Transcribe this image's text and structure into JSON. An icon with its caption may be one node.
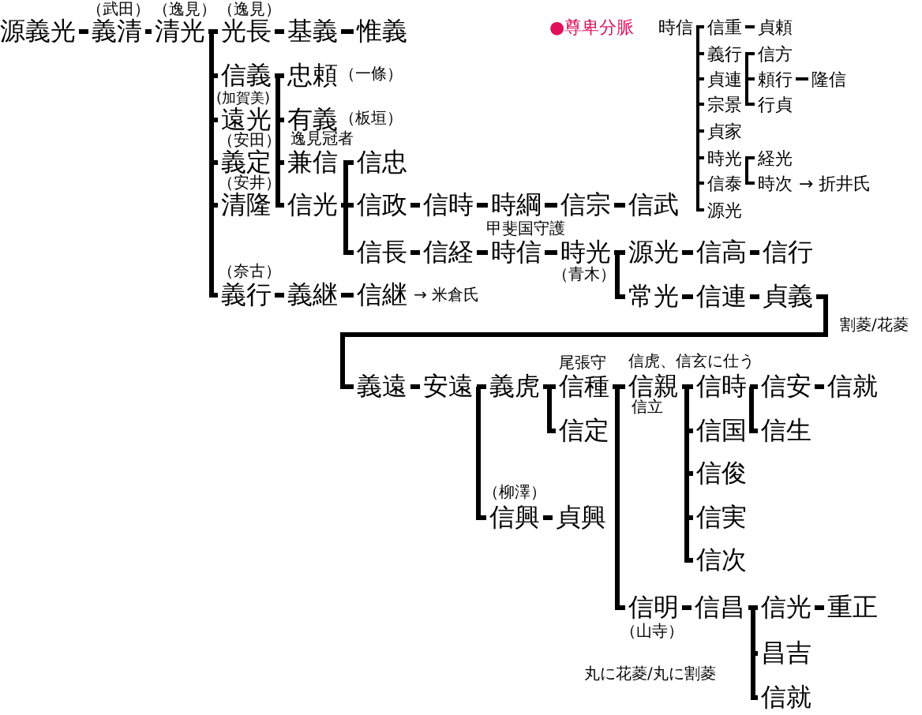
{
  "diagram": {
    "nodes": [
      {
        "text": [
          "源義光"
        ]
      },
      {
        "text": [
          "義清"
        ],
        "beside": [
          "（武田）"
        ]
      },
      {
        "text": [
          "清光"
        ],
        "beside": [
          "（逸見）"
        ]
      },
      {
        "text": [
          "光長"
        ],
        "beside": [
          "（逸見）"
        ]
      },
      {
        "text": [
          "基義"
        ]
      },
      {
        "text": [
          "惟義"
        ]
      },
      {
        "text": [
          "信義"
        ]
      },
      {
        "text": [
          "遠光"
        ],
        "beside": [
          "(加賀美)"
        ]
      },
      {
        "text": [
          "義定"
        ],
        "beside": [
          "（安田）"
        ]
      },
      {
        "text": [
          "清隆"
        ],
        "beside": [
          "（安井）"
        ]
      },
      {
        "text": [
          "義行"
        ],
        "beside": [
          "（奈古）"
        ]
      },
      {
        "text": [
          "忠頼"
        ],
        "beside": [
          "（一條）"
        ]
      },
      {
        "text": [
          "有義"
        ],
        "beside": [
          "（板垣）"
        ]
      },
      {
        "text": [
          "兼信"
        ],
        "beside": [
          "逸見冠者"
        ]
      },
      {
        "text": [
          "信光"
        ]
      },
      {
        "text": [
          "信忠"
        ]
      },
      {
        "text": [
          "信政"
        ]
      },
      {
        "text": [
          "信長"
        ]
      },
      {
        "text": [
          "信時"
        ]
      },
      {
        "text": [
          "時綱"
        ]
      },
      {
        "text": [
          "信宗"
        ]
      },
      {
        "text": [
          "信武"
        ]
      },
      {
        "text": [
          "信経"
        ]
      },
      {
        "text": [
          "時信"
        ],
        "beside": [
          "甲斐国守護"
        ]
      },
      {
        "text": [
          "時光"
        ],
        "beside": [
          "（青木）"
        ]
      },
      {
        "text": [
          "源光"
        ]
      },
      {
        "text": [
          "信高"
        ]
      },
      {
        "text": [
          "信行"
        ]
      },
      {
        "text": [
          "常光"
        ]
      },
      {
        "text": [
          "信連"
        ]
      },
      {
        "text": [
          "貞義"
        ]
      },
      {
        "text": [
          "義継"
        ]
      },
      {
        "text": [
          "信継"
        ],
        "beside": [
          "→ 米倉氏"
        ]
      },
      {
        "text": [
          "時信"
        ]
      },
      {
        "text": [
          "信重"
        ]
      },
      {
        "text": [
          "貞頼"
        ]
      },
      {
        "text": [
          "義行"
        ]
      },
      {
        "text": [
          "信方"
        ]
      },
      {
        "text": [
          "貞連"
        ]
      },
      {
        "text": [
          "頼行"
        ]
      },
      {
        "text": [
          "隆信"
        ]
      },
      {
        "text": [
          "宗景"
        ]
      },
      {
        "text": [
          "行貞"
        ]
      },
      {
        "text": [
          "貞家"
        ]
      },
      {
        "text": [
          "時光"
        ]
      },
      {
        "text": [
          "経光"
        ]
      },
      {
        "text": [
          "信泰"
        ]
      },
      {
        "text": [
          "時次"
        ],
        "beside": [
          "→ 折井氏"
        ]
      },
      {
        "text": [
          "源光"
        ]
      },
      {
        "text": [
          "義遠"
        ]
      },
      {
        "text": [
          "安遠"
        ]
      },
      {
        "text": [
          "義虎"
        ]
      },
      {
        "text": [
          "信種"
        ],
        "beside": [
          "尾張守"
        ]
      },
      {
        "text": [
          "信定"
        ]
      },
      {
        "text": [
          "信興"
        ],
        "beside": [
          "（柳澤）"
        ]
      },
      {
        "text": [
          "貞興"
        ]
      },
      {
        "text": [
          "信親"
        ],
        "beside": [
          "信虎、信玄に仕う",
          "信立"
        ]
      },
      {
        "text": [
          "信時"
        ]
      },
      {
        "text": [
          "信安"
        ]
      },
      {
        "text": [
          "信就"
        ]
      },
      {
        "text": [
          "信生"
        ]
      },
      {
        "text": [
          "信国"
        ]
      },
      {
        "text": [
          "信俊"
        ]
      },
      {
        "text": [
          "信実"
        ]
      },
      {
        "text": [
          "信次"
        ]
      },
      {
        "text": [
          "信明"
        ],
        "beside": [
          "（山寺）"
        ]
      },
      {
        "text": [
          "信昌"
        ]
      },
      {
        "text": [
          "信光"
        ]
      },
      {
        "text": [
          "重正"
        ]
      },
      {
        "text": [
          "昌吉"
        ]
      },
      {
        "text": [
          "信就"
        ]
      }
    ],
    "edges": [
      {
        "from": 0,
        "to": 1,
        "arrow": "none"
      },
      {
        "from": 1,
        "to": 2,
        "arrow": "none"
      },
      {
        "from": 2,
        "to": 3,
        "arrow": "none"
      },
      {
        "from": 3,
        "to": 4,
        "arrow": "none"
      },
      {
        "from": 4,
        "to": 5,
        "arrow": "none"
      },
      {
        "from": 2,
        "to": 6,
        "arrow": "none"
      },
      {
        "from": 2,
        "to": 7,
        "arrow": "none"
      },
      {
        "from": 2,
        "to": 8,
        "arrow": "none"
      },
      {
        "from": 2,
        "to": 9,
        "arrow": "none"
      },
      {
        "from": 2,
        "to": 10,
        "arrow": "none"
      },
      {
        "from": 6,
        "to": 11,
        "arrow": "none"
      },
      {
        "from": 6,
        "to": 12,
        "arrow": "none"
      },
      {
        "from": 6,
        "to": 13,
        "arrow": "none"
      },
      {
        "from": 6,
        "to": 14,
        "arrow": "none"
      },
      {
        "from": 14,
        "to": 15,
        "arrow": "none"
      },
      {
        "from": 14,
        "to": 16,
        "arrow": "none"
      },
      {
        "from": 14,
        "to": 17,
        "arrow": "none"
      },
      {
        "from": 16,
        "to": 18,
        "arrow": "none"
      },
      {
        "from": 18,
        "to": 19,
        "arrow": "none"
      },
      {
        "from": 19,
        "to": 20,
        "arrow": "none"
      },
      {
        "from": 20,
        "to": 21,
        "arrow": "none"
      },
      {
        "from": 17,
        "to": 22,
        "arrow": "none"
      },
      {
        "from": 22,
        "to": 23,
        "arrow": "none"
      },
      {
        "from": 23,
        "to": 24,
        "arrow": "none"
      },
      {
        "from": 24,
        "to": 25,
        "arrow": "none"
      },
      {
        "from": 24,
        "to": 28,
        "arrow": "none"
      },
      {
        "from": 25,
        "to": 26,
        "arrow": "none"
      },
      {
        "from": 26,
        "to": 27,
        "arrow": "none"
      },
      {
        "from": 28,
        "to": 29,
        "arrow": "none"
      },
      {
        "from": 29,
        "to": 30,
        "arrow": "none"
      },
      {
        "from": 10,
        "to": 31,
        "arrow": "none"
      },
      {
        "from": 31,
        "to": 32,
        "arrow": "none"
      },
      {
        "from": 33,
        "to": 34,
        "arrow": "none"
      },
      {
        "from": 33,
        "to": 36,
        "arrow": "none"
      },
      {
        "from": 33,
        "to": 38,
        "arrow": "none"
      },
      {
        "from": 33,
        "to": 41,
        "arrow": "none"
      },
      {
        "from": 33,
        "to": 43,
        "arrow": "none"
      },
      {
        "from": 33,
        "to": 44,
        "arrow": "none"
      },
      {
        "from": 33,
        "to": 46,
        "arrow": "none"
      },
      {
        "from": 33,
        "to": 48,
        "arrow": "none"
      },
      {
        "from": 34,
        "to": 35,
        "arrow": "none"
      },
      {
        "from": 36,
        "to": 37,
        "arrow": "none"
      },
      {
        "from": 36,
        "to": 39,
        "arrow": "none"
      },
      {
        "from": 36,
        "to": 42,
        "arrow": "none"
      },
      {
        "from": 39,
        "to": 40,
        "arrow": "none"
      },
      {
        "from": 44,
        "to": 45,
        "arrow": "none"
      },
      {
        "from": 44,
        "to": 47,
        "arrow": "none"
      },
      {
        "from": 30,
        "to": 49,
        "arrow": "none"
      },
      {
        "from": 49,
        "to": 50,
        "arrow": "none"
      },
      {
        "from": 50,
        "to": 51,
        "arrow": "none"
      },
      {
        "from": 50,
        "to": 54,
        "arrow": "none"
      },
      {
        "from": 51,
        "to": 52,
        "arrow": "none"
      },
      {
        "from": 51,
        "to": 53,
        "arrow": "none"
      },
      {
        "from": 54,
        "to": 55,
        "arrow": "none"
      },
      {
        "from": 52,
        "to": 56,
        "arrow": "none"
      },
      {
        "from": 52,
        "to": 65,
        "arrow": "none"
      },
      {
        "from": 56,
        "to": 57,
        "arrow": "none"
      },
      {
        "from": 56,
        "to": 61,
        "arrow": "none"
      },
      {
        "from": 56,
        "to": 62,
        "arrow": "none"
      },
      {
        "from": 56,
        "to": 63,
        "arrow": "none"
      },
      {
        "from": 56,
        "to": 64,
        "arrow": "none"
      },
      {
        "from": 57,
        "to": 58,
        "arrow": "none"
      },
      {
        "from": 57,
        "to": 60,
        "arrow": "none"
      },
      {
        "from": 58,
        "to": 59,
        "arrow": "none"
      },
      {
        "from": 65,
        "to": 66,
        "arrow": "none"
      },
      {
        "from": 66,
        "to": 67,
        "arrow": "none"
      },
      {
        "from": 66,
        "to": 69,
        "arrow": "none"
      },
      {
        "from": 66,
        "to": 70,
        "arrow": "none"
      },
      {
        "from": 67,
        "to": 68,
        "arrow": "none"
      }
    ],
    "labels": [
      "●尊卑分脈",
      "割菱/花菱",
      "丸に花菱/丸に割菱"
    ]
  }
}
